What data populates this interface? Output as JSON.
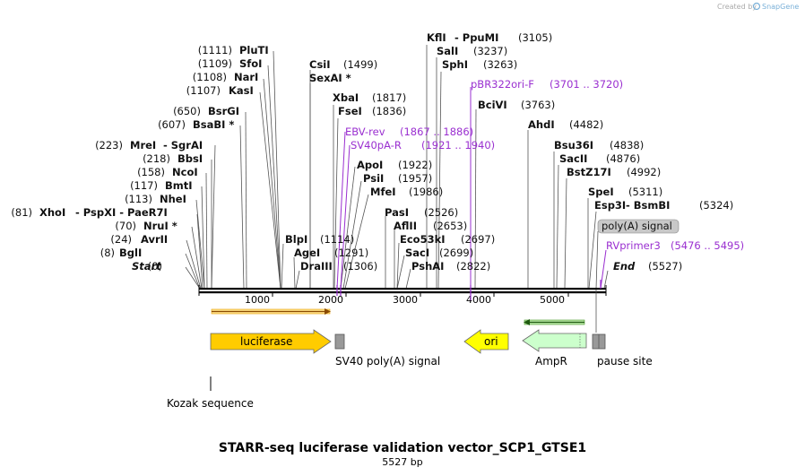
{
  "credit": "Created by",
  "brand": "SnapGene",
  "title": "STARR-seq luciferase validation vector_SCP1_GTSE1",
  "length_label": "5527 bp",
  "colors": {
    "luciferase": "#ffcc00",
    "ori": "#ffff00",
    "ampr": "#ccffcc",
    "misc": "#999999",
    "primer": "#9a2fd0",
    "orf": "#e6a000",
    "orf_ampr": "#4a9a2a"
  },
  "ticks": [
    "1000",
    "2000",
    "3000",
    "4000",
    "5000"
  ],
  "sites": [
    {
      "id": "start",
      "pos": "(0)",
      "name": "Start",
      "italic": true
    },
    {
      "id": "bglI",
      "pos": "(8)",
      "name": "BglI"
    },
    {
      "id": "avrII",
      "pos": "(24)",
      "name": "AvrII"
    },
    {
      "id": "nruI",
      "pos": "(70)",
      "name": "NruI *"
    },
    {
      "id": "xhoI",
      "pos": "(81)",
      "name": "XhoI",
      "alt": "- PspXI  - PaeR7I"
    },
    {
      "id": "nheI",
      "pos": "(113)",
      "name": "NheI"
    },
    {
      "id": "bmtI",
      "pos": "(117)",
      "name": "BmtI"
    },
    {
      "id": "ncoI",
      "pos": "(158)",
      "name": "NcoI"
    },
    {
      "id": "bbsI",
      "pos": "(218)",
      "name": "BbsI"
    },
    {
      "id": "mreI",
      "pos": "(223)",
      "name": "MreI",
      "alt": "- SgrAI"
    },
    {
      "id": "bsaBI",
      "pos": "(607)",
      "name": "BsaBI *"
    },
    {
      "id": "bsrGI",
      "pos": "(650)",
      "name": "BsrGI"
    },
    {
      "id": "kasI",
      "pos": "(1107)",
      "name": "KasI"
    },
    {
      "id": "narI",
      "pos": "(1108)",
      "name": "NarI"
    },
    {
      "id": "sfoI",
      "pos": "(1109)",
      "name": "SfoI"
    },
    {
      "id": "pluTI",
      "pos": "(1111)",
      "name": "PluTI"
    },
    {
      "id": "blpI",
      "pos": "(1114)",
      "name": "BlpI"
    },
    {
      "id": "ageI",
      "pos": "(1291)",
      "name": "AgeI"
    },
    {
      "id": "draIII",
      "pos": "(1306)",
      "name": "DraIII"
    },
    {
      "id": "csiI",
      "pos": "(1499)",
      "name": "CsiI"
    },
    {
      "id": "sexAI",
      "pos": "",
      "name": "SexAI *"
    },
    {
      "id": "xbaI",
      "pos": "(1817)",
      "name": "XbaI"
    },
    {
      "id": "fseI",
      "pos": "(1836)",
      "name": "FseI"
    },
    {
      "id": "apoI",
      "pos": "(1922)",
      "name": "ApoI"
    },
    {
      "id": "psiI",
      "pos": "(1957)",
      "name": "PsiI"
    },
    {
      "id": "mfeI",
      "pos": "(1986)",
      "name": "MfeI"
    },
    {
      "id": "pasI",
      "pos": "(2526)",
      "name": "PasI"
    },
    {
      "id": "aflII",
      "pos": "(2653)",
      "name": "AflII"
    },
    {
      "id": "eco53kI",
      "pos": "(2697)",
      "name": "Eco53kI"
    },
    {
      "id": "sacI",
      "pos": "(2699)",
      "name": "SacI"
    },
    {
      "id": "pshAI",
      "pos": "(2822)",
      "name": "PshAI"
    },
    {
      "id": "kflI",
      "pos": "(3105)",
      "name": "KflI",
      "alt": "- PpuMI"
    },
    {
      "id": "salI",
      "pos": "(3237)",
      "name": "SalI"
    },
    {
      "id": "sphI",
      "pos": "(3263)",
      "name": "SphI"
    },
    {
      "id": "bciVI",
      "pos": "(3763)",
      "name": "BciVI"
    },
    {
      "id": "ahdI",
      "pos": "(4482)",
      "name": "AhdI"
    },
    {
      "id": "bsu36I",
      "pos": "(4838)",
      "name": "Bsu36I"
    },
    {
      "id": "sacII",
      "pos": "(4876)",
      "name": "SacII"
    },
    {
      "id": "bstZ17I",
      "pos": "(4992)",
      "name": "BstZ17I"
    },
    {
      "id": "speI",
      "pos": "(5311)",
      "name": "SpeI"
    },
    {
      "id": "esp3I",
      "pos": "(5324)",
      "name": "Esp3I",
      "alt": "- BsmBI"
    },
    {
      "id": "end",
      "pos": "(5527)",
      "name": "End",
      "italic": true
    }
  ],
  "primers": [
    {
      "id": "pbr",
      "name": "pBR322ori-F",
      "range": "(3701 .. 3720)"
    },
    {
      "id": "ebv",
      "name": "EBV-rev",
      "range": "(1867 .. 1886)"
    },
    {
      "id": "sv40pa",
      "name": "SV40pA-R",
      "range": "(1921 .. 1940)"
    },
    {
      "id": "rvp3",
      "name": "RVprimer3",
      "range": "(5476 .. 5495)"
    }
  ],
  "features": {
    "luciferase": "luciferase",
    "ori": "ori",
    "sv40": "SV40 poly(A) signal",
    "ampr": "AmpR",
    "pause": "pause site",
    "polya": "poly(A) signal",
    "kozak": "Kozak sequence"
  }
}
